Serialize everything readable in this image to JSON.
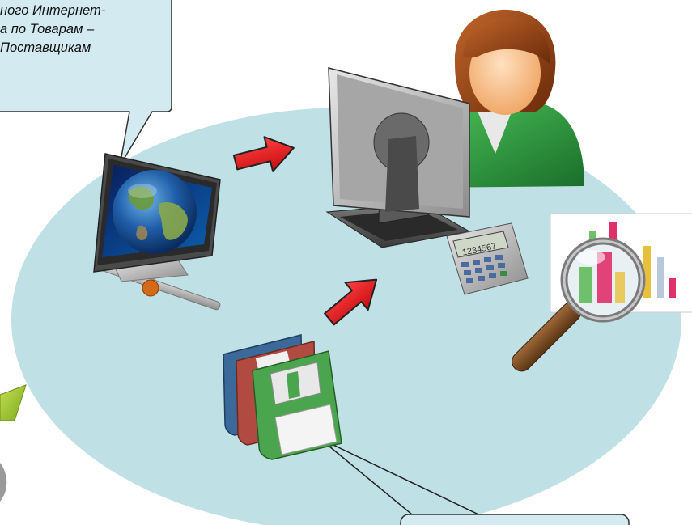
{
  "colors": {
    "ellipse_fill": "#bfe0e4",
    "callout_fill": "#d2eaf0",
    "arrow_red": "#e3161b",
    "disk_green": "#4ba44e",
    "disk_red": "#b14a41",
    "disk_blue": "#3b6a9a",
    "person_jacket": "#27943a",
    "person_hair": "#8a3a12",
    "bar_green": "#6ec06a",
    "bar_pink": "#e0306a",
    "bar_yellow": "#e8c03a"
  },
  "callout_top": {
    "lines": [
      "ного Интернет-",
      "а по Товарам –",
      "Поставщикам"
    ]
  },
  "callout_bottom": {
    "text": ""
  },
  "icons": {
    "internet_monitor": "globe-monitor-icon",
    "workstation": "computer-monitor-icon",
    "user": "user-avatar-icon",
    "calculator": "calculator-icon",
    "analytics": "magnifier-chart-icon",
    "storage": "floppy-disks-icon",
    "arrow": "red-arrow-icon",
    "edge_shape": "green-shape-icon"
  }
}
